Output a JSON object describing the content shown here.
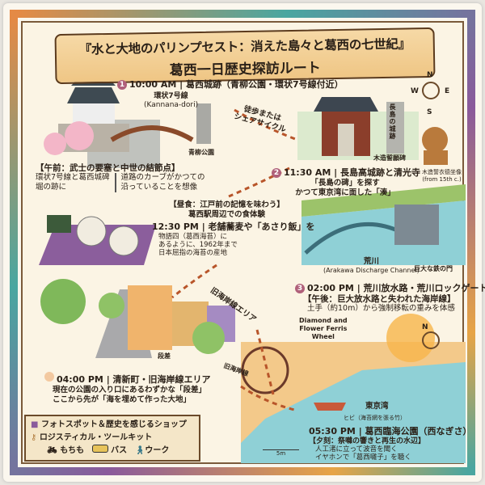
{
  "title": {
    "line1": "『水と大地のパリンプセスト：消えた島々と葛西の七世紀』",
    "line2": "葛西一日歴史探訪ルート"
  },
  "compass": {
    "n": "N",
    "w": "W",
    "e": "E",
    "s": "S"
  },
  "stops": [
    {
      "number": "1",
      "time": "10:00 AM",
      "place": "葛西城跡（青柳公園・環状7号線付近）",
      "labels": {
        "road": "環状7号線",
        "road_en": "(Kannana-dori)",
        "monument": "青柳公園",
        "park": "青柳公園"
      },
      "section_title": "【午前：武士の要塞と中世の結節点】",
      "desc_left": [
        "環状7号線と葛西城碑",
        "堀の跡に"
      ],
      "desc_right": [
        "道路のカーブがかつての",
        "沿っていることを想像"
      ]
    },
    {
      "number": "2",
      "time": "11:30 AM",
      "place": "長島高城跡と清光寺",
      "desc": [
        "「長島の碑」を探す",
        "かつて東京湾に面した「湊」"
      ],
      "labels": {
        "stone": "長島の城跡",
        "stele": "木造誓願碑",
        "statue": "木造誓衣德坐像",
        "statue_en": "(from 15th c.)"
      }
    },
    {
      "section_title": "【昼食：江戸前の記憶を味わう】",
      "subtitle": "葛西駅周辺での食体験",
      "time": "12:30 PM",
      "place": "老舗蕎麦や「あさり飯」を",
      "desc": [
        "物語四（葛西海苔）に",
        "あるように、1962年まで",
        "日本屈指の海苔の産地"
      ]
    },
    {
      "number": "3",
      "time": "02:00 PM",
      "place": "荒川放水路・荒川ロックゲート",
      "labels": {
        "river": "荒川",
        "river_en": "(Arakawa Discharge Channel)",
        "gate": "巨大な鉄の門"
      },
      "section_title": "【午後：巨大放水路と失われた海岸線】",
      "desc": [
        "土手（約10m）から強制移転の重みを体感"
      ]
    },
    {
      "time": "04:00 PM",
      "place": "清新町・旧海岸線エリア",
      "labels": {
        "step": "段差",
        "coast_area": "旧海岸線エリア",
        "coast": "旧海岸線"
      },
      "desc": [
        "現在の公園の入り口にあるわずかな「段差」",
        "ここから先が「海を埋めて作った大地」"
      ]
    },
    {
      "time": "05:30 PM",
      "place": "葛西臨海公園（西なぎさ）",
      "labels": {
        "wheel": [
          "Diamond and",
          "Flower Ferris",
          "Wheel"
        ],
        "bay": "東京湾",
        "hibi": "ヒビ（海苔網を張る竹）"
      },
      "section_title": "【夕刻：祭囃の響きと再生の水辺】",
      "desc": [
        "人工渚に立って波音を聞く",
        "イヤホンで「葛西囃子」を聴く"
      ]
    }
  ],
  "route_label": [
    "徒歩または",
    "シェアサイクル"
  ],
  "legend": {
    "photo": "フォトスポット＆歴史を感じるショップ",
    "tools": "ロジスティカル・ツールキット",
    "bike": "もちも",
    "bus": "バス",
    "walk": "ウーク"
  },
  "scale": "5m",
  "colors": {
    "route": "#b8552a",
    "step_badge": "#b0607a",
    "frame_teal": "#4aa6a0",
    "banner": "#efc685"
  }
}
